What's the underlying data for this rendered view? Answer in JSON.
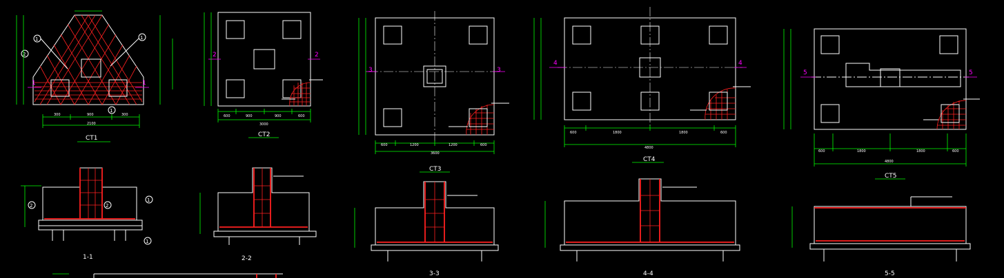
{
  "plans": {
    "ct1": {
      "label": "CT1",
      "section_label": "1",
      "dims": [
        "300",
        "900",
        "300",
        "2100"
      ]
    },
    "ct2": {
      "label": "CT2",
      "section_label": "2",
      "dims": [
        "600",
        "900",
        "900",
        "600",
        "3000"
      ]
    },
    "ct3": {
      "label": "CT3",
      "section_label": "3",
      "dims": [
        "600",
        "1200",
        "1200",
        "600",
        "3600"
      ]
    },
    "ct4": {
      "label": "CT4",
      "section_label": "4",
      "dims": [
        "600",
        "1800",
        "1800",
        "600",
        "4800"
      ]
    },
    "ct5": {
      "label": "CT5",
      "section_label": "5",
      "dims": [
        "600",
        "1800",
        "1800",
        "600",
        "4800"
      ]
    }
  },
  "callouts": [
    "1",
    "2",
    "1",
    "1",
    "2",
    "2",
    "1",
    "1"
  ],
  "sections": {
    "s1": "1-1",
    "s2": "2-2",
    "s3": "3-3",
    "s4": "4-4",
    "s5": "5-5"
  },
  "colors": {
    "background": "#000000",
    "outline": "#ffffff",
    "dimension": "#00ff00",
    "rebar": "#ff2020",
    "section_mark": "#ff00ff"
  }
}
